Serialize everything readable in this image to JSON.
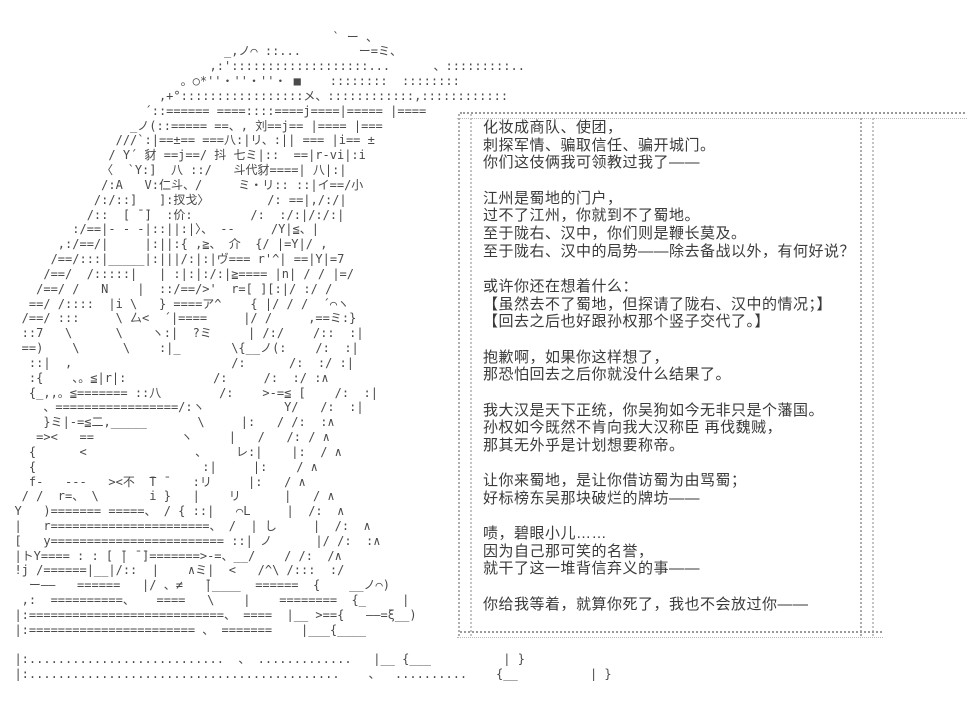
{
  "scene": {
    "background_color": "#ffffff",
    "art_color": "#4a4a4a",
    "dialog_text_color": "#3a3a3a",
    "dialog_border_color": "#9a9a9a"
  },
  "ascii_art": {
    "description": "large 2ch-style ASCII-art character filling left half of screen",
    "lines": [
      "",
      "",
      "                                              ` ー 、",
      "                               _,ノ⌒ ::...        ー=ミ、",
      "                             ,:':::::::::::::::::::...      、:::::::::..",
      "                         。○*''・''・''・ ■    ::::::::  ::::::::",
      "                      ,+°:::::::::::::::::メ、::::::::::::,::::::::::::",
      "                    ´::====== ====::::====j====|===== |====",
      "                  _ノ(::===== ==、, 刘==j== |==== |===",
      "                ///`:|==±== ===八:|リ、:|| === |i== ±",
      "               / Y´ 豺 ==j==/ 抖 七ミ|::  ==|r-vi|:i",
      "              〈  `Y:]  八 ::/   斗代豺====| 八|:|",
      "              /:A   V:仁斗、/     ミ・リ:: ::|イ==/小",
      "             /:/::]   ]:扠戈〉        /: ==|,/:/|",
      "            /::  [ ̄ ̄]  :价:        /:  :/:|/:/:|",
      "          :/==|- - -|::||:|〉、 --     /Y|≦、|",
      "        ,:/==/|     |:||:{ ,≧、 介  {/ |=Y|/ ,",
      "       /==/:::|_____|:|||/:|:|ヴ=== r'^| ==|Y|=7",
      "      /==/  /:::::|   | :|:|:/:|≧==== |n| / / |=/",
      "     /==/ /   N    |  ::/==/>'  r=[ ][:|/ :/ /",
      "    ==/ /::::  |i \\   } ====ア^    { |/ / /  ´⌒ヽ",
      "   /==/ :::     \\ 厶<  ´|====     |/ /     ,==ミ:}",
      "   ::7   \\      \\    ヽ:|  ?ミ     | /:/    /::  :|",
      "   ==)    \\      \\    :|_       \\{__ノ(:    /:  :|",
      "    ::|  ,                      /:      /:  :/ :|",
      "    :{    、。≦|r|:            /:     /:  :/ :∧",
      "    {_,,。≦======= ::八        /:    >-=≦ [    /:  :|",
      "      、=================/:ヽ           Y/   /:  :|",
      "      }ミ|-=≦二,_____       \\     |:   / /:  :∧",
      "     =><   ==            ヽ     |   /   /: / ∧",
      "    {      <               、    レ:|    |:  / ∧",
      "    {                       :|     |:    / ∧",
      "    f-   ---   ><不  ̄T ̄    :リ     |:   / ∧",
      "   / /  r=、 \\       i }   |    リ      |   / ∧",
      "  Y   )======= =====、 / { ::|   ⌒L     |  /:  ∧",
      "  |   r======================、 /  | し     |  /:  ∧",
      "  [   у======================== ::| ノ      |/ /:  :∧",
      "  |トY==== : : [ ̄| ̄ ̄]=======>-=、__/    / /:  /∧",
      "  !j /======|__|/::  |    ∧ミ|  <   /^\\ /:::  :/",
      "    ー——   ======   |/ 、≠   ̄|____  ======  {    __ノ⌒)",
      "   ,:  ==========、   ====   \\    |    ========  {_     |",
      "  |:===========================、 ====  |__ >=={   ——=ξ__)",
      "  |:======================= 、 =======    |___{____",
      "",
      "  |:...........................  、 .............   |__ {___          | }",
      "  |:...........................................    、  ..........    {__          | }",
      "",
      ""
    ]
  },
  "dialog": {
    "lines": [
      "化妆成商队、使团，",
      "刺探军情、骗取信任、骗开城门。",
      "你们这伎俩我可领教过我了——",
      "",
      "江州是蜀地的门户，",
      "过不了江州，你就到不了蜀地。",
      "至于陇右、汉中，你们则是鞭长莫及。",
      "至于陇右、汉中的局势——除去备战以外，有何好说？",
      "",
      "或许你还在想着什么：",
      "【虽然去不了蜀地，但探请了陇右、汉中的情况；】",
      "【回去之后也好跟孙权那个竖子交代了。】",
      "",
      "抱歉啊，如果你这样想了，",
      "那恐怕回去之后你就没什么结果了。",
      "",
      "我大汉是天下正统，你吴狗如今无非只是个藩国。",
      "孙权如今既然不肯向我大汉称臣 再伐魏贼，",
      "那其无外乎是计划想要称帝。",
      "",
      "让你来蜀地，是让你借访蜀为由骂蜀；",
      "好标榜东吴那块破烂的牌坊——",
      "",
      "啧，碧眼小儿……",
      "因为自己那可笑的名誉，",
      "就干了这一堆背信弃义的事——",
      "",
      "你给我等着，就算你死了，我也不会放过你——"
    ]
  }
}
